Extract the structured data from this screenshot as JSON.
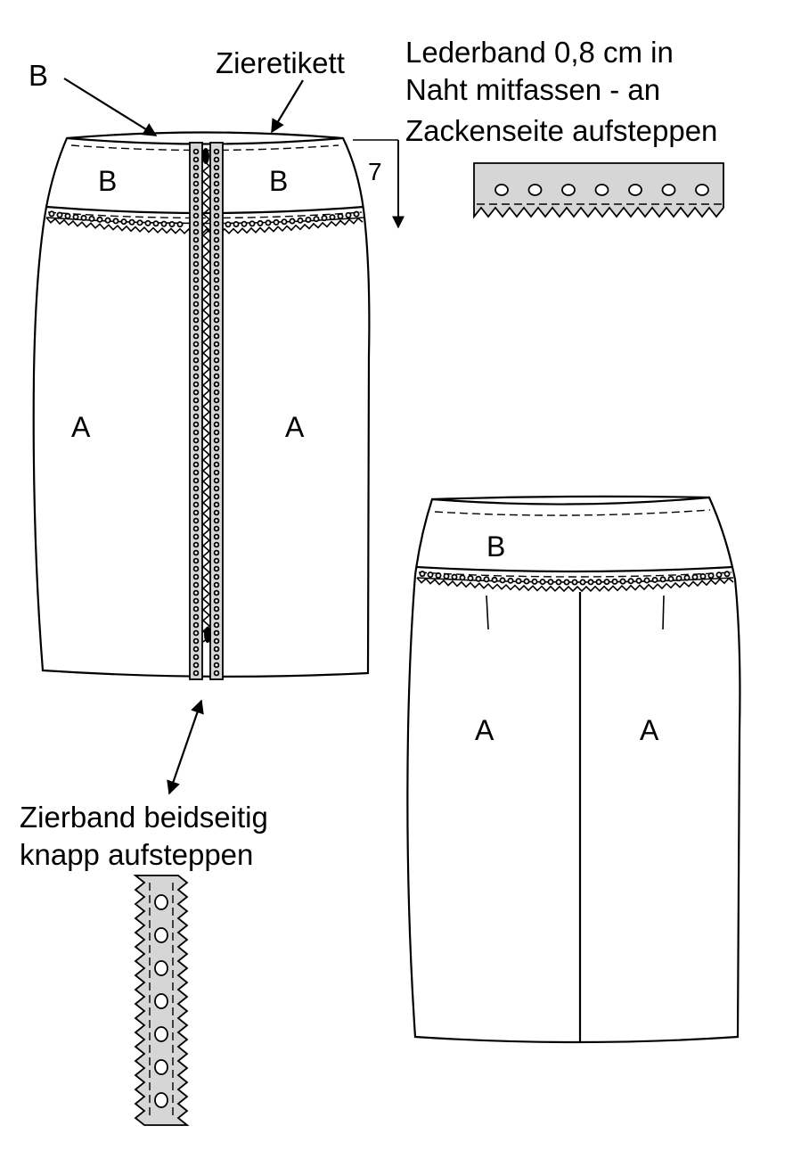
{
  "labels": {
    "b_pointer": "B",
    "ziertikett": "Zieretikett",
    "lederband_line1": "Lederband 0,8 cm in",
    "lederband_line2": "Naht mitfassen - an",
    "lederband_line3": "Zackenseite aufsteppen",
    "measure": "7",
    "zierband_line1": "Zierband beidseitig",
    "zierband_line2": "knapp aufsteppen"
  },
  "front": {
    "yoke_left": "B",
    "yoke_right": "B",
    "panel_left": "A",
    "panel_right": "A"
  },
  "back": {
    "yoke": "B",
    "panel_left": "A",
    "panel_right": "A"
  },
  "colors": {
    "line": "#000000",
    "tape": "#d6d6d6",
    "background": "#ffffff"
  }
}
